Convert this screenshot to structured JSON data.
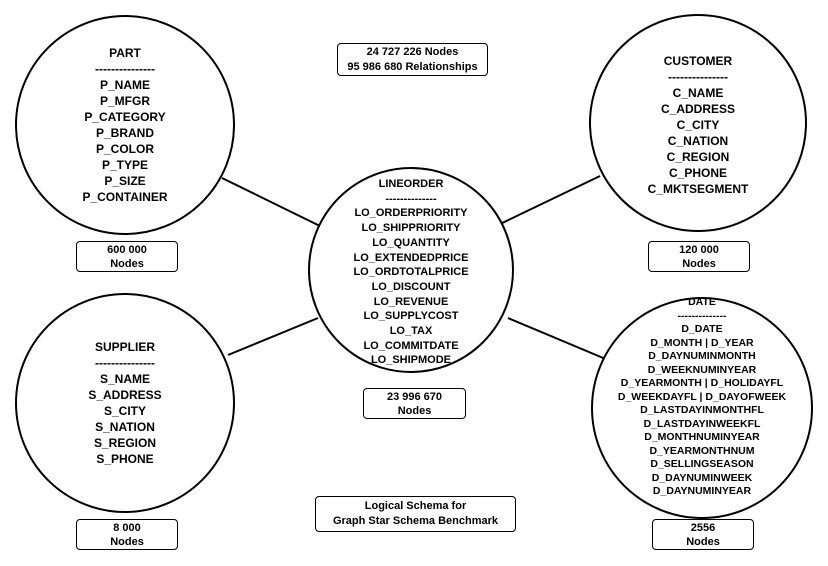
{
  "summary": {
    "nodes": "24 727 226 Nodes",
    "relationships": "95 986 680 Relationships"
  },
  "caption": {
    "line1": "Logical Schema for",
    "line2": "Graph Star Schema Benchmark"
  },
  "entities": {
    "part": {
      "title": "PART",
      "separator": "---------------",
      "fields": [
        "P_NAME",
        "P_MFGR",
        "P_CATEGORY",
        "P_BRAND",
        "P_COLOR",
        "P_TYPE",
        "P_SIZE",
        "P_CONTAINER"
      ],
      "count": "600 000",
      "count_unit": "Nodes"
    },
    "customer": {
      "title": "CUSTOMER",
      "separator": "---------------",
      "fields": [
        "C_NAME",
        "C_ADDRESS",
        "C_CITY",
        "C_NATION",
        "C_REGION",
        "C_PHONE",
        "C_MKTSEGMENT"
      ],
      "count": "120 000",
      "count_unit": "Nodes"
    },
    "lineorder": {
      "title": "LINEORDER",
      "separator": "--------------",
      "fields": [
        "LO_ORDERPRIORITY",
        "LO_SHIPPRIORITY",
        "LO_QUANTITY",
        "LO_EXTENDEDPRICE",
        "LO_ORDTOTALPRICE",
        "LO_DISCOUNT",
        "LO_REVENUE",
        "LO_SUPPLYCOST",
        "LO_TAX",
        "LO_COMMITDATE",
        "LO_SHIPMODE"
      ],
      "count": "23 996 670",
      "count_unit": "Nodes"
    },
    "supplier": {
      "title": "SUPPLIER",
      "separator": "---------------",
      "fields": [
        "S_NAME",
        "S_ADDRESS",
        "S_CITY",
        "S_NATION",
        "S_REGION",
        "S_PHONE"
      ],
      "count": "8 000",
      "count_unit": "Nodes"
    },
    "date": {
      "title": "DATE",
      "separator": "--------------",
      "fields": [
        "D_DATE",
        "D_MONTH | D_YEAR",
        "D_DAYNUMINMONTH",
        "D_WEEKNUMINYEAR",
        "D_YEARMONTH | D_HOLIDAYFL",
        "D_WEEKDAYFL | D_DAYOFWEEK",
        "D_LASTDAYINMONTHFL",
        "D_LASTDAYINWEEKFL",
        "D_MONTHNUMINYEAR",
        "D_YEARMONTHNUM",
        "D_SELLINGSEASON",
        "D_DAYNUMINWEEK",
        "D_DAYNUMINYEAR"
      ],
      "count": "2556",
      "count_unit": "Nodes"
    }
  }
}
